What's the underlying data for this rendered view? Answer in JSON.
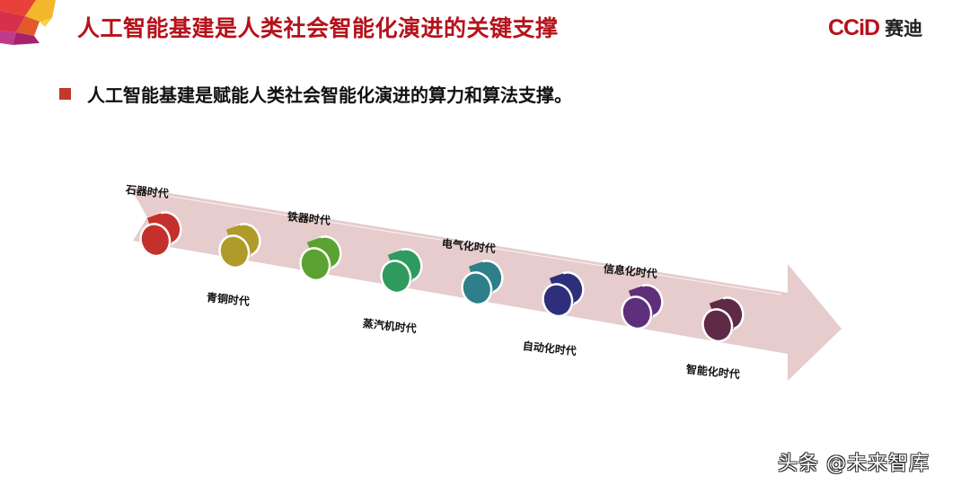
{
  "header": {
    "title": "人工智能基建是人类社会智能化演进的关键支撑",
    "brand_mark": "CCiD",
    "brand_name": "赛迪",
    "title_color": "#b5121b"
  },
  "bullet": {
    "text": "人工智能基建是赋能人类社会智能化演进的算力和算法支撑。",
    "marker_color": "#c0392b"
  },
  "timeline": {
    "arrow_color": "#e6cccc",
    "eras": [
      {
        "label": "石器时代",
        "position": "above",
        "color": "#c4302b"
      },
      {
        "label": "青铜时代",
        "position": "below",
        "color": "#b09a2a"
      },
      {
        "label": "铁器时代",
        "position": "above",
        "color": "#5aa332"
      },
      {
        "label": "蒸汽机时代",
        "position": "below",
        "color": "#2e9a5e"
      },
      {
        "label": "电气化时代",
        "position": "above",
        "color": "#2e7f8a"
      },
      {
        "label": "自动化时代",
        "position": "below",
        "color": "#2e2f7a"
      },
      {
        "label": "信息化时代",
        "position": "above",
        "color": "#5e2f7a"
      },
      {
        "label": "智能化时代",
        "position": "below",
        "color": "#5e2a46"
      }
    ]
  },
  "watermark": {
    "text": "头条 @未来智库"
  }
}
